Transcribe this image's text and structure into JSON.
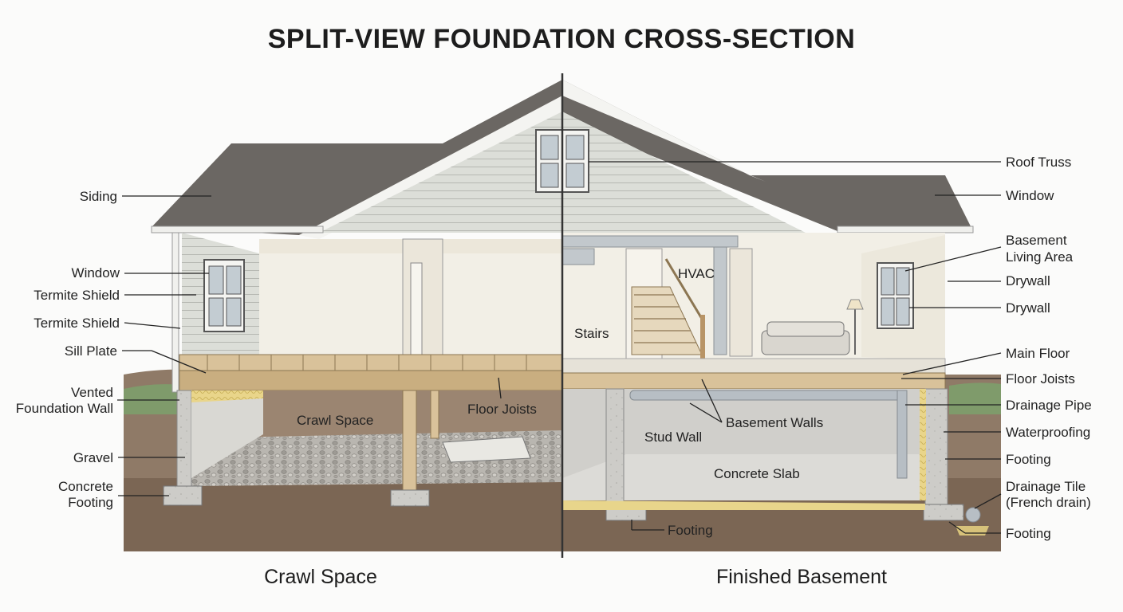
{
  "title": "SPLIT-VIEW FOUNDATION CROSS-SECTION",
  "subtitles": {
    "left": "Crawl Space",
    "right": "Finished Basement"
  },
  "left_labels": {
    "siding": "Siding",
    "window": "Window",
    "termite_shield_1": "Termite Shield",
    "termite_shield_2": "Termite Shield",
    "sill_plate": "Sill Plate",
    "vented_1": "Vented",
    "vented_2": "Foundation Wall",
    "gravel": "Gravel",
    "concrete_1": "Concrete",
    "concrete_2": "Footing"
  },
  "right_labels": {
    "roof_truss": "Roof Truss",
    "window": "Window",
    "basement_living_1": "Basement",
    "basement_living_2": "Living Area",
    "drywall_1": "Drywall",
    "drywall_2": "Drywall",
    "main_floor": "Main Floor",
    "floor_joists": "Floor Joists",
    "drainage_pipe": "Drainage Pipe",
    "waterproofing": "Waterproofing",
    "footing_1": "Footing",
    "drainage_tile_1": "Drainage Tile",
    "drainage_tile_2": "(French drain)",
    "footing_2": "Footing"
  },
  "inline_labels": {
    "crawl_space": "Crawl Space",
    "floor_joists": "Floor Joists",
    "hvac": "HVAC",
    "stairs": "Stairs",
    "basement_walls": "Basement Walls",
    "stud_wall": "Stud Wall",
    "concrete_slab": "Concrete Slab",
    "footing": "Footing"
  },
  "colors": {
    "roof": "#6b6763",
    "siding": "#dadcd6",
    "soil": "#8a7563",
    "soil_dark": "#6f5c4c",
    "grass": "#7e9a6a",
    "concrete": "#c9c9c6",
    "wood": "#d9c29a",
    "interior": "#f2efe6"
  }
}
